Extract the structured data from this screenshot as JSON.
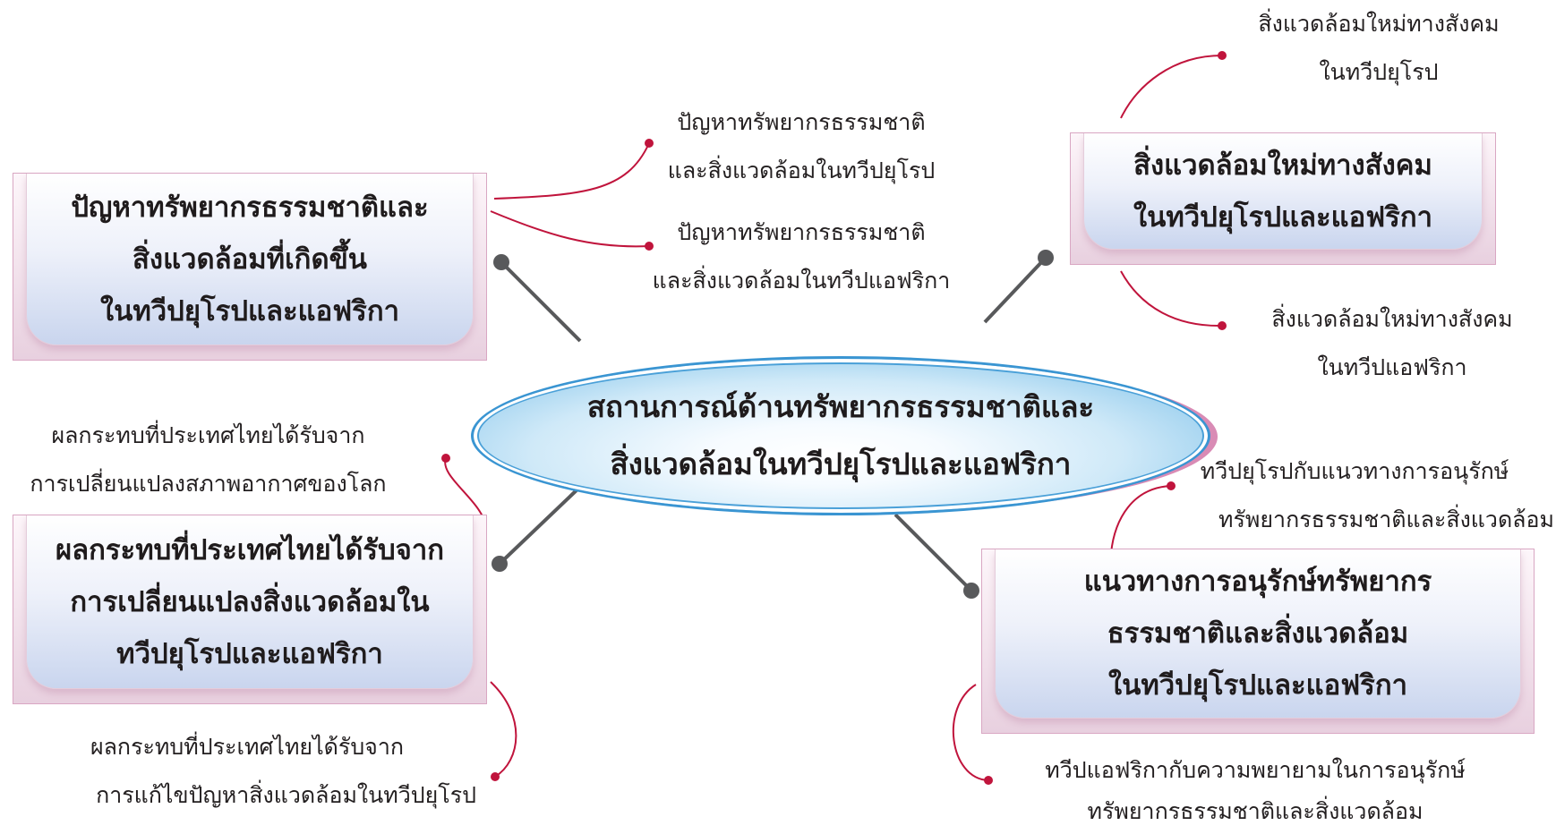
{
  "center": {
    "line1": "สถานการณ์ด้านทรัพยากรธรรมชาติและ",
    "line2": "สิ่งแวดล้อมในทวีปยุโรปและแอฟริกา"
  },
  "branches": {
    "top_left": {
      "title": [
        "ปัญหาทรัพยากรธรรมชาติและ",
        "สิ่งแวดล้อมที่เกิดขึ้น",
        "ในทวีปยุโรปและแอฟริกา"
      ],
      "subs": [
        [
          "ปัญหาทรัพยากรธรรมชาติ",
          "และสิ่งแวดล้อมในทวีปยุโรป"
        ],
        [
          "ปัญหาทรัพยากรธรรมชาติ",
          "และสิ่งแวดล้อมในทวีปแอฟริกา"
        ]
      ]
    },
    "top_right": {
      "title": [
        "สิ่งแวดล้อมใหม่ทางสังคม",
        "ในทวีปยุโรปและแอฟริกา"
      ],
      "subs": [
        [
          "สิ่งแวดล้อมใหม่ทางสังคม",
          "ในทวีปยุโรป"
        ],
        [
          "สิ่งแวดล้อมใหม่ทางสังคม",
          "ในทวีปแอฟริกา"
        ]
      ]
    },
    "bottom_left": {
      "title": [
        "ผลกระทบที่ประเทศไทยได้รับจาก",
        "การเปลี่ยนแปลงสิ่งแวดล้อมใน",
        "ทวีปยุโรปและแอฟริกา"
      ],
      "subs": [
        [
          "ผลกระทบที่ประเทศไทยได้รับจาก",
          "การเปลี่ยนแปลงสภาพอากาศของโลก"
        ],
        [
          "ผลกระทบที่ประเทศไทยได้รับจาก",
          "การแก้ไขปัญหาสิ่งแวดล้อมในทวีปยุโรป"
        ]
      ]
    },
    "bottom_right": {
      "title": [
        "แนวทางการอนุรักษ์ทรัพยากร",
        "ธรรมชาติและสิ่งแวดล้อม",
        "ในทวีปยุโรปและแอฟริกา"
      ],
      "subs": [
        [
          "ทวีปยุโรปกับแนวทางการอนุรักษ์",
          "ทรัพยากรธรรมชาติและสิ่งแวดล้อม"
        ],
        [
          "ทวีปแอฟริกากับความพยายามในการอนุรักษ์",
          "ทรัพยากรธรรมชาติและสิ่งแวดล้อม"
        ]
      ]
    }
  },
  "colors": {
    "connector": "#58595b",
    "sub_connector": "#c0143c",
    "center_border": "#3a95d2",
    "box_frame": "#f3dbe8"
  }
}
